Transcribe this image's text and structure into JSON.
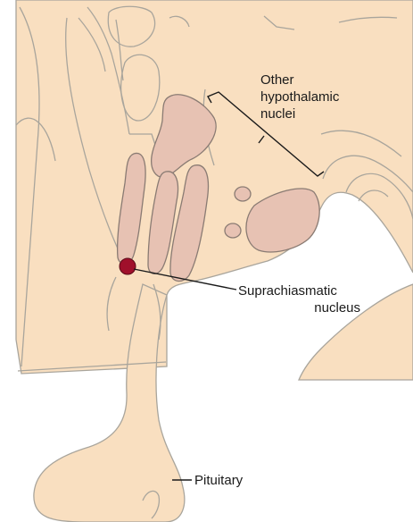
{
  "labels": {
    "other_nuclei_line1": "Other",
    "other_nuclei_line2": "hypothalamic",
    "other_nuclei_line3": "nuclei",
    "scn_line1": "Suprachiasmatic",
    "scn_line2": "nucleus",
    "pituitary": "Pituitary"
  },
  "colors": {
    "tissue": "#f9dfc0",
    "nucleus": "#e7c2b3",
    "scn": "#a0102b",
    "outline": "#a9a59c",
    "ink": "#1a1a1a"
  }
}
